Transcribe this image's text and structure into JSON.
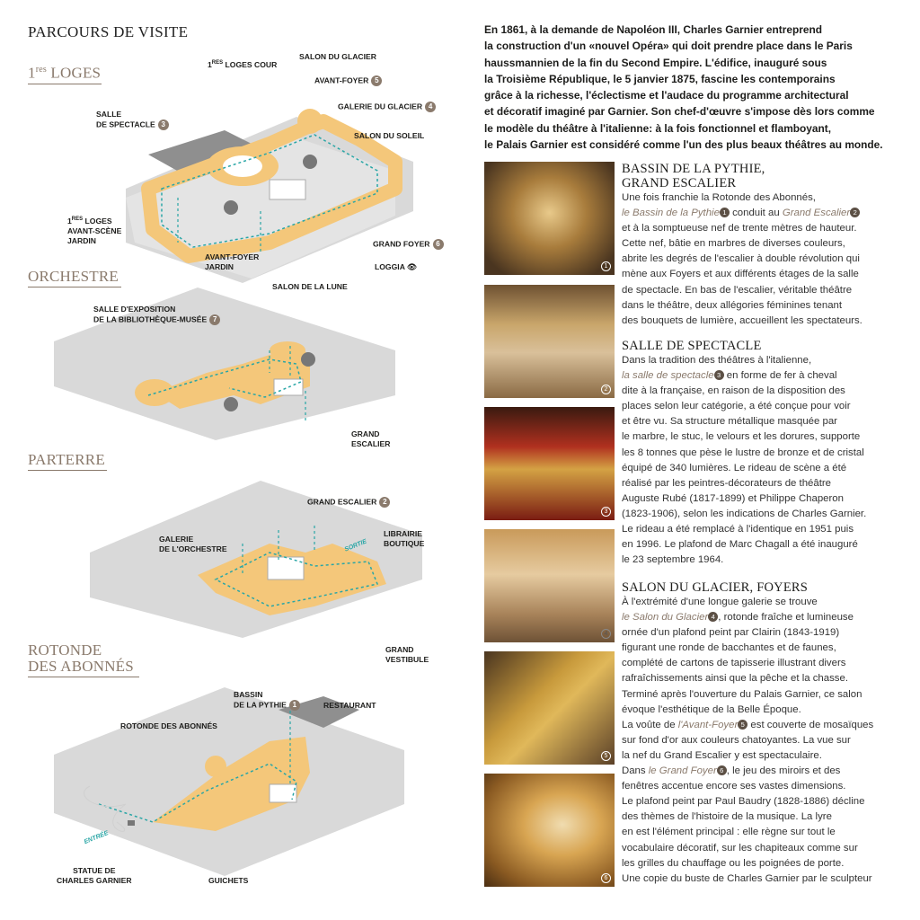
{
  "left": {
    "title": "PARCOURS DE VISITE",
    "levels": {
      "loges": {
        "title_main": "1",
        "title_sup": "res",
        "title_rest": " LOGES",
        "labels": {
          "loges_cour_sup": "RES",
          "loges_cour_pre": "1",
          "loges_cour": " LOGES COUR",
          "salon_glacier": "SALON DU GLACIER",
          "avant_foyer": "AVANT-FOYER",
          "avant_foyer_num": "5",
          "galerie_glacier": "GALERIE DU GLACIER",
          "galerie_glacier_num": "4",
          "salon_soleil": "SALON DU SOLEIL",
          "salle_1": "SALLE",
          "salle_2": "DE SPECTACLE",
          "salle_num": "3",
          "loges_jardin_pre": "1",
          "loges_jardin_sup": "RES",
          "loges_jardin_1": " LOGES",
          "loges_jardin_2": "AVANT-SCÈNE",
          "loges_jardin_3": "JARDIN",
          "grand_foyer": "GRAND FOYER",
          "grand_foyer_num": "6",
          "avant_foyer_jardin_1": "AVANT-FOYER",
          "avant_foyer_jardin_2": "JARDIN",
          "loggia": "LOGGIA",
          "salon_lune": "SALON DE LA LUNE"
        }
      },
      "orchestre": {
        "title": "ORCHESTRE",
        "labels": {
          "expo_1": "SALLE D'EXPOSITION",
          "expo_2": "DE LA BIBLIOTHÈQUE-MUSÉE",
          "expo_num": "7",
          "grand_escalier_1": "GRAND",
          "grand_escalier_2": "ESCALIER"
        }
      },
      "parterre": {
        "title": "PARTERRE",
        "labels": {
          "grand_escalier": "GRAND ESCALIER",
          "grand_escalier_num": "2",
          "galerie_1": "GALERIE",
          "galerie_2": "DE L'ORCHESTRE",
          "librairie_1": "LIBRAIRIE",
          "librairie_2": "BOUTIQUE",
          "sortie": "SORTIE",
          "vestibule_1": "GRAND",
          "vestibule_2": "VESTIBULE"
        }
      },
      "rotonde": {
        "title_1": "ROTONDE",
        "title_2": "DES ABONNÉS",
        "labels": {
          "bassin_1": "BASSIN",
          "bassin_2": "DE LA PYTHIE",
          "bassin_num": "1",
          "restaurant": "RESTAURANT",
          "rotonde": "ROTONDE DES ABONNÉS",
          "entree": "ENTRÉE",
          "statue_1": "STATUE DE",
          "statue_2": "CHARLES GARNIER",
          "guichets": "GUICHETS"
        }
      }
    }
  },
  "intro": [
    "En 1861, à la demande de Napoléon III, Charles Garnier entreprend",
    "la construction d'un «nouvel Opéra» qui doit prendre place dans le Paris",
    "haussmannien de la fin du Second Empire. L'édifice, inauguré sous",
    "la Troisième République, le 5 janvier 1875, fascine les contemporains",
    "grâce à la richesse, l'éclectisme et l'audace du programme architectural",
    "et décoratif imaginé par Garnier. Son chef-d'œuvre s'impose dès lors comme",
    "le modèle du théâtre à l'italienne: à la fois fonctionnel et flamboyant,",
    "le Palais Garnier est considéré comme l'un des plus beaux théâtres au monde."
  ],
  "photos": [
    "1",
    "2",
    "3",
    "4",
    "5",
    "6"
  ],
  "sections": {
    "bassin": {
      "title_1": "BASSIN DE LA PYTHIE,",
      "title_2": "GRAND ESCALIER",
      "l1": "Une fois franchie la Rotonde des Abonnés,",
      "l2_ref1": "le Bassin de la Pythie",
      "l2_n1": "1",
      "l2_mid": " conduit au ",
      "l2_ref2": "Grand Escalier",
      "l2_n2": "2",
      "l3": "et à la somptueuse nef de trente mètres de hauteur.",
      "l4": "Cette nef, bâtie en marbres de diverses couleurs,",
      "l5": "abrite les degrés de l'escalier à double révolution qui",
      "l6": "mène aux Foyers et aux différents étages de la salle",
      "l7": "de spectacle. En bas de l'escalier, véritable théâtre",
      "l8": "dans le théâtre, deux allégories féminines tenant",
      "l9": "des bouquets de lumière, accueillent les spectateurs."
    },
    "salle": {
      "title": "SALLE DE SPECTACLE",
      "l1": "Dans la tradition des théâtres à l'italienne,",
      "l2_ref": "la salle de spectacle",
      "l2_n": "3",
      "l2_rest": " en forme de fer à cheval",
      "l3": "dite à la française, en raison de la disposition des",
      "l4": "places selon leur catégorie, a été conçue pour voir",
      "l5": "et être vu. Sa structure métallique masquée par",
      "l6": "le marbre, le stuc, le velours et les dorures, supporte",
      "l7": "les 8 tonnes que pèse le lustre de bronze et de cristal",
      "l8": "équipé de 340 lumières. Le rideau de scène a été",
      "l9": "réalisé par les peintres-décorateurs de théâtre",
      "l10": "Auguste Rubé (1817-1899) et Philippe Chaperon",
      "l11": "(1823-1906), selon les indications de Charles Garnier.",
      "l12": "Le rideau a été remplacé à l'identique en 1951 puis",
      "l13": "en 1996. Le plafond de Marc Chagall a été inauguré",
      "l14": "le 23 septembre 1964."
    },
    "glacier": {
      "title": "SALON DU GLACIER, FOYERS",
      "l1": "À l'extrémité d'une longue galerie se trouve",
      "l2_ref": "le Salon du Glacier",
      "l2_n": "4",
      "l2_rest": ", rotonde fraîche et lumineuse",
      "l3": "ornée d'un plafond peint par Clairin (1843-1919)",
      "l4": "figurant une ronde de bacchantes et de faunes,",
      "l5": "complété de cartons de tapisserie illustrant divers",
      "l6": "rafraîchissements ainsi que la pêche et la chasse.",
      "l7": "Terminé après l'ouverture du Palais Garnier, ce salon",
      "l8": "évoque l'esthétique de la Belle Époque.",
      "l9_pre": "La voûte de ",
      "l9_ref": "l'Avant-Foyer",
      "l9_n": "5",
      "l9_rest": " est couverte de mosaïques",
      "l10": "sur fond d'or aux couleurs chatoyantes. La vue sur",
      "l11": "la nef du Grand Escalier y est spectaculaire.",
      "l12_pre": "Dans ",
      "l12_ref": "le Grand Foyer",
      "l12_n": "6",
      "l12_rest": ", le jeu des miroirs et des",
      "l13": "fenêtres accentue encore ses vastes dimensions.",
      "l14": "Le plafond peint par Paul Baudry (1828-1886) décline",
      "l15": "des thèmes de l'histoire de la musique. La lyre",
      "l16": "en est l'élément principal : elle règne sur tout le",
      "l17": "vocabulaire décoratif, sur les chapiteaux comme sur",
      "l18": "les grilles du chauffage ou les poignées de porte.",
      "l19": "Une copie du buste de Charles Garnier par le sculpteur"
    }
  },
  "colors": {
    "accent": "#8a7a6c",
    "floor": "#f4c77a",
    "slab": "#d9d9d9",
    "path": "#29a6a6"
  }
}
